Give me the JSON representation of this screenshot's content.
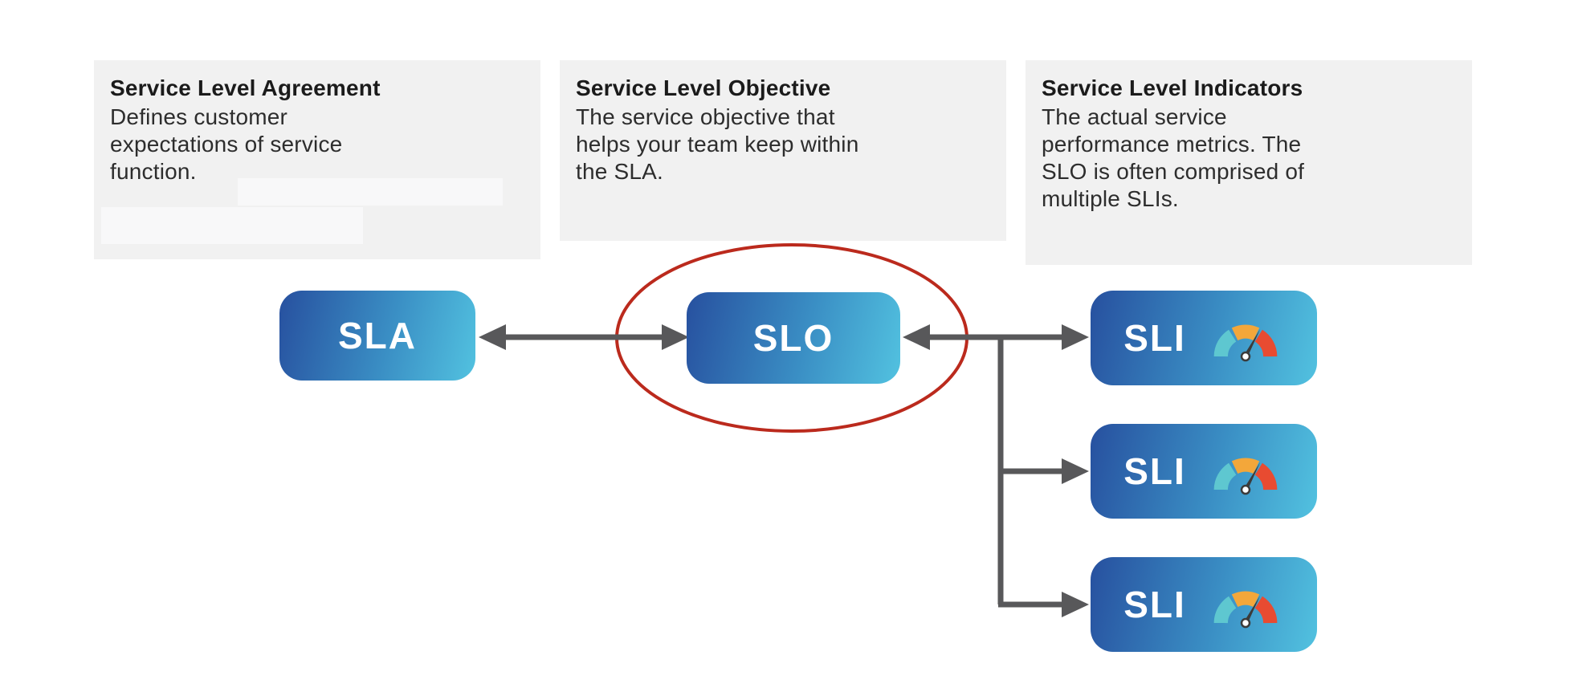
{
  "cards": [
    {
      "title": "Service Level Agreement",
      "body": "Defines customer\nexpectations of service\nfunction."
    },
    {
      "title": "Service Level Objective",
      "body": "The service objective that\nhelps your team keep within\nthe SLA."
    },
    {
      "title": "Service Level Indicators",
      "body": "The actual service\nperformance metrics. The\nSLO is often comprised of\nmultiple SLIs."
    }
  ],
  "nodes": {
    "sla": {
      "label": "SLA"
    },
    "slo": {
      "label": "SLO",
      "highlight": "red-ellipse"
    },
    "sli1": {
      "label": "SLI",
      "icon": "gauge-icon"
    },
    "sli2": {
      "label": "SLI",
      "icon": "gauge-icon"
    },
    "sli3": {
      "label": "SLI",
      "icon": "gauge-icon"
    }
  },
  "connections": [
    {
      "from": "SLA",
      "to": "SLO",
      "type": "double-arrow"
    },
    {
      "from": "SLO",
      "to": "SLI",
      "type": "branch-arrows",
      "branches": 3
    }
  ],
  "colors": {
    "background": "#ffffff",
    "card_bg": "#f1f1f1",
    "erased_patch": "#f8f8f9",
    "heading_text": "#1b1b1b",
    "body_text": "#2d2d2d",
    "node_gradient_start": "#27509f",
    "node_gradient_mid": "#3a8ec4",
    "node_gradient_end": "#52c2e0",
    "node_text": "#ffffff",
    "arrow": "#58585a",
    "highlight_ellipse": "#bb2a1d",
    "gauge_teal": "#5ec7d0",
    "gauge_orange": "#f3a73a",
    "gauge_red": "#e84b31",
    "gauge_needle": "#3b3b3b"
  }
}
